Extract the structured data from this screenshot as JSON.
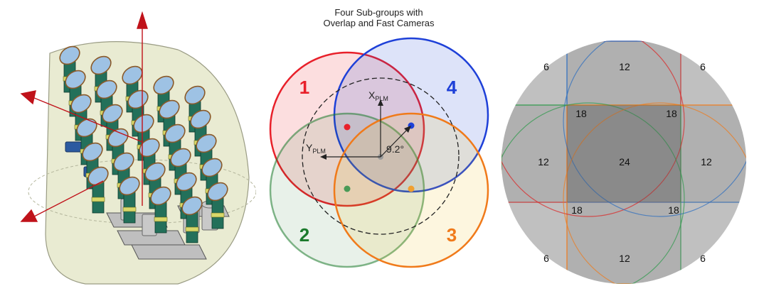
{
  "diagram": {
    "title_line1": "Four Sub-groups with",
    "title_line2": "Overlap and Fast Cameras",
    "subgroups": [
      {
        "label": "1",
        "color": "#e8202a"
      },
      {
        "label": "2",
        "color": "#1b7a2c"
      },
      {
        "label": "3",
        "color": "#f07a1a"
      },
      {
        "label": "4",
        "color": "#1e40d8"
      }
    ],
    "axis_x_label": "X",
    "axis_x_sub": "PLM",
    "axis_y_label": "Y",
    "axis_y_sub": "PLM",
    "angle_label": "9.2°"
  },
  "overlap_map": {
    "counts": [
      "6",
      "12",
      "6",
      "18",
      "18",
      "12",
      "24",
      "12",
      "18",
      "18",
      "6",
      "12",
      "6"
    ]
  },
  "colors": {
    "subgroup1": "#e8202a",
    "subgroup2": "#1b7a2c",
    "subgroup3": "#f07a1a",
    "subgroup4": "#1e40d8",
    "axis_red": "#c0121a",
    "enclosure": "#e9ebd2",
    "tube_green": "#23705a",
    "mirror_blue": "#9ec2e4"
  }
}
